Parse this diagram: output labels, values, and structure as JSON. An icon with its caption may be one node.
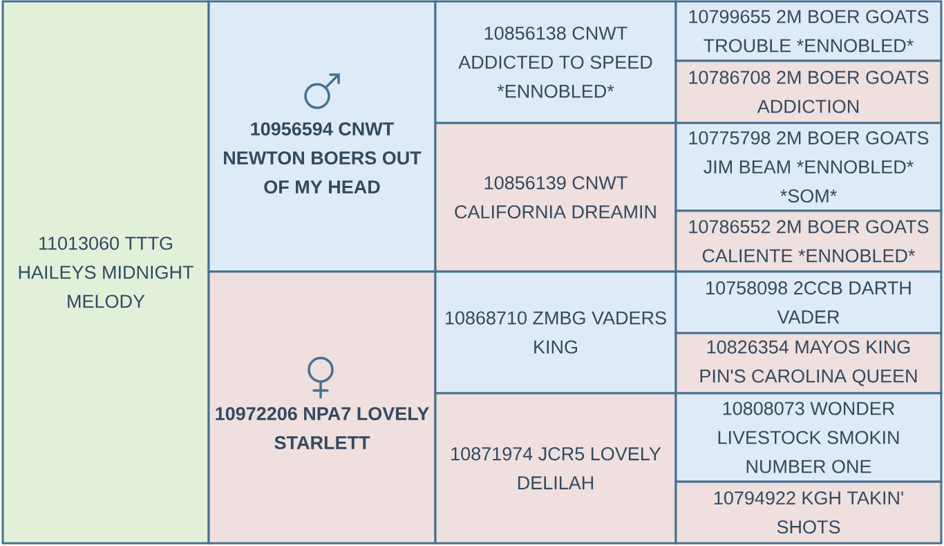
{
  "diagram": {
    "nodes": [
      {
        "text": [
          "11013060 TTTG HAILEYS MIDNIGHT MELODY"
        ]
      },
      {
        "text": [
          "10956594 CNWT NEWTON BOERS OUT OF MY HEAD"
        ]
      },
      {
        "text": [
          "10972206 NPA7 LOVELY STARLETT"
        ]
      },
      {
        "text": [
          "10856138 CNWT ADDICTED TO SPEED *ENNOBLED*"
        ]
      },
      {
        "text": [
          "10856139 CNWT CALIFORNIA DREAMIN"
        ]
      },
      {
        "text": [
          "10868710 ZMBG VADERS KING"
        ]
      },
      {
        "text": [
          "10871974 JCR5 LOVELY DELILAH"
        ]
      },
      {
        "text": [
          "10799655 2M BOER GOATS TROUBLE *ENNOBLED*"
        ]
      },
      {
        "text": [
          "10786708 2M BOER GOATS ADDICTION"
        ]
      },
      {
        "text": [
          "10775798 2M BOER GOATS JIM BEAM *ENNOBLED* *SOM*"
        ]
      },
      {
        "text": [
          "10786552 2M BOER GOATS CALIENTE *ENNOBLED*"
        ]
      },
      {
        "text": [
          "10758098 2CCB DARTH VADER"
        ]
      },
      {
        "text": [
          "10826354 MAYOS KING PIN'S CAROLINA QUEEN"
        ]
      },
      {
        "text": [
          "10808073 WONDER LIVESTOCK SMOKIN NUMBER ONE"
        ]
      },
      {
        "text": [
          "10794922 KGH TAKIN' SHOTS"
        ]
      }
    ]
  }
}
